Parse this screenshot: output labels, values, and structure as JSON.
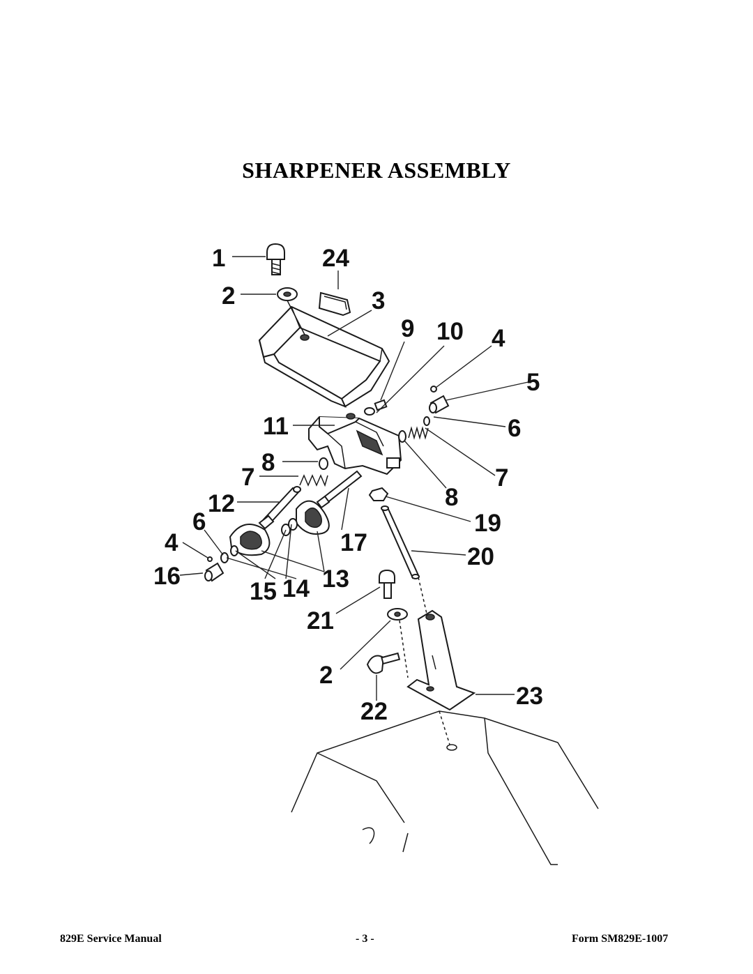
{
  "title": "SHARPENER ASSEMBLY",
  "callouts": [
    "1",
    "24",
    "2",
    "3",
    "9",
    "10",
    "4",
    "5",
    "11",
    "6",
    "8",
    "7",
    "7",
    "12",
    "8",
    "6",
    "19",
    "4",
    "17",
    "20",
    "16",
    "15",
    "14",
    "13",
    "21",
    "2",
    "22",
    "23"
  ],
  "footer": {
    "left": "829E Service Manual",
    "center": "- 3 -",
    "right": "Form SM829E-1007"
  }
}
